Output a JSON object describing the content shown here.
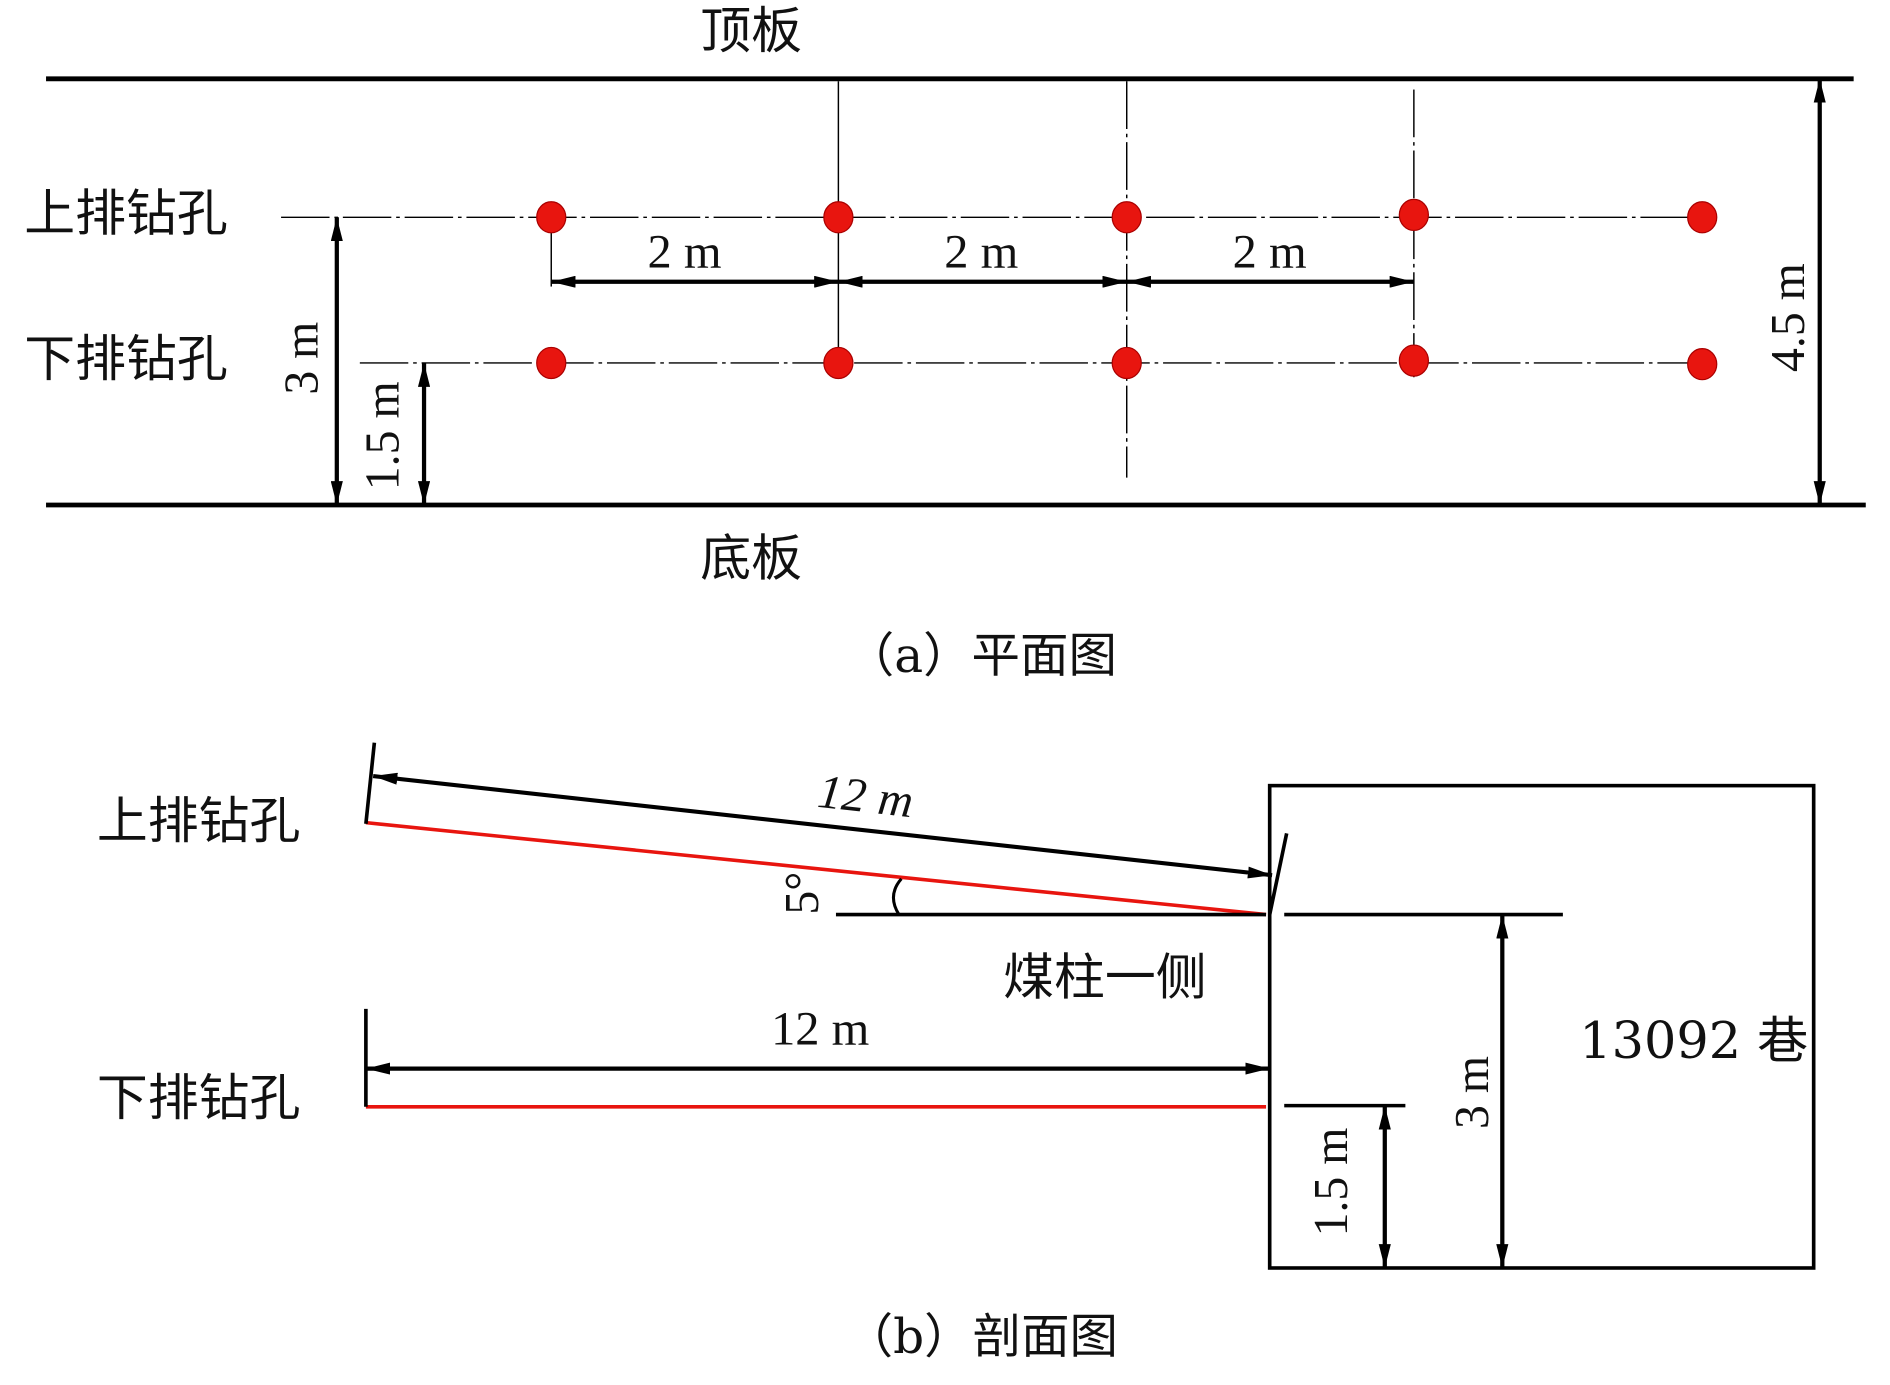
{
  "plan_view": {
    "roof_label": "顶板",
    "floor_label": "底板",
    "upper_row_label": "上排钻孔",
    "lower_row_label": "下排钻孔",
    "spacing_labels": [
      "2 m",
      "2 m",
      "2 m"
    ],
    "upper_height_label": "3 m",
    "lower_height_label": "1.5 m",
    "roadway_height_label": "4.5 m",
    "caption": "（a）平面图",
    "hole_color": "#e8150f"
  },
  "section_view": {
    "upper_row_label": "上排钻孔",
    "lower_row_label": "下排钻孔",
    "upper_length_label": "12 m",
    "lower_length_label": "12 m",
    "angle_label": "5°",
    "pillar_side_label": "煤柱一侧",
    "roadway_label": "13092 巷",
    "upper_height_label": "3 m",
    "lower_height_label": "1.5 m",
    "caption": "（b）剖面图",
    "borehole_color": "#e8150f"
  }
}
